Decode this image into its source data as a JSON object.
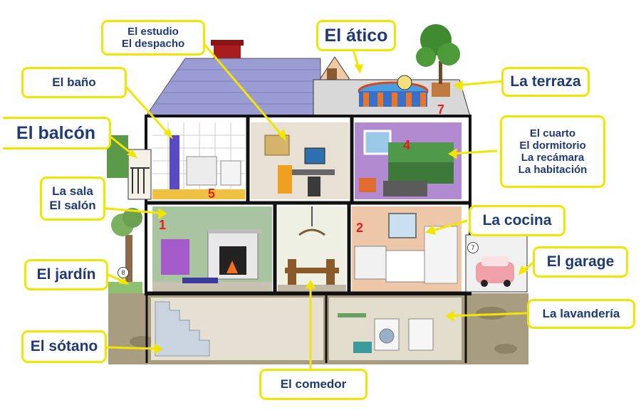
{
  "labels": {
    "estudio": [
      "El estudio",
      "El despacho"
    ],
    "atico": "El ático",
    "bano": "El baño",
    "terraza": "La terraza",
    "balcon": "El balcón",
    "cuarto": [
      "El cuarto",
      "El dormitorio",
      "La recámara",
      "La habitación"
    ],
    "sala": [
      "La sala",
      "El salón"
    ],
    "cocina": "La cocina",
    "garage": "El garage",
    "jardin": "El jardín",
    "lavanderia": "La lavandería",
    "sotano": "El sótano",
    "comedor": "El comedor"
  },
  "room_numbers": {
    "living": "1",
    "kitchen": "2",
    "bedroom": "4",
    "bath": "5",
    "terrace": "7"
  },
  "circle_numbers": {
    "garage": "7",
    "garden": "8"
  },
  "colors": {
    "label_border": "#f2e600",
    "label_text": "#1f3a78",
    "arrow": "#f2e600",
    "roof": "#9a9ad0",
    "number": "#e0201e"
  }
}
